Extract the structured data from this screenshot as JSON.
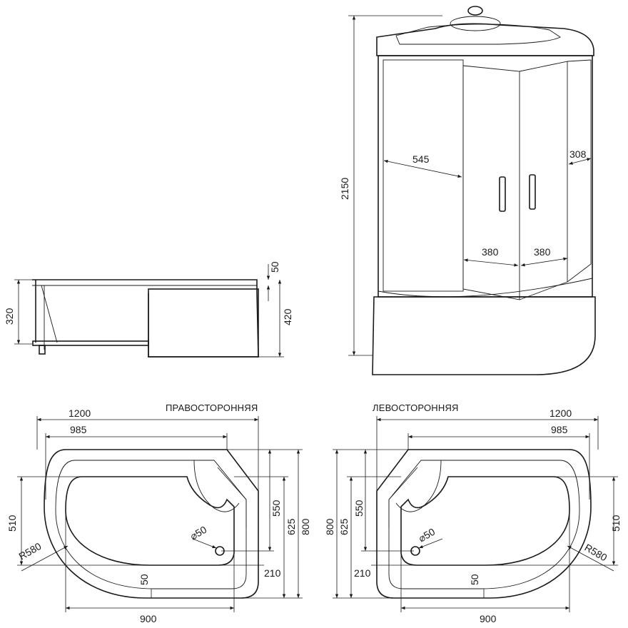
{
  "cabin": {
    "height": "2150",
    "door_width": "545",
    "side_width": "308",
    "door_left": "380",
    "door_right": "380"
  },
  "tray_side": {
    "rim": "50",
    "tray_height": "320",
    "total_height": "420"
  },
  "right_plan": {
    "title": "ПРАВОСТОРОННЯЯ",
    "overall_length": "1200",
    "top_length": "985",
    "inner_depth": "510",
    "radius": "R580",
    "drain": "⌀50",
    "seat_depth": "550",
    "side_depth": "625",
    "overall_depth": "800",
    "drain_offset": "210",
    "rim": "50",
    "inner_length": "900"
  },
  "left_plan": {
    "title": "ЛЕВОСТОРОННЯЯ",
    "overall_length": "1200",
    "top_length": "985",
    "inner_depth": "510",
    "radius": "R580",
    "drain": "⌀50",
    "seat_depth": "550",
    "side_depth": "625",
    "overall_depth": "800",
    "drain_offset": "210",
    "rim": "50",
    "inner_length": "900"
  }
}
